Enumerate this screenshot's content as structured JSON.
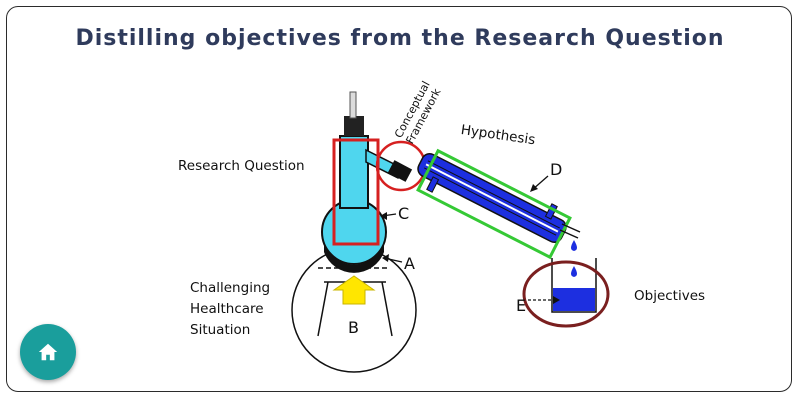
{
  "title": "Distilling objectives from the Research Question",
  "labels": {
    "research_question": "Research Question",
    "situation_line1": "Challenging",
    "situation_line2": "Healthcare",
    "situation_line3": "Situation",
    "conceptual_line1": "Conceptual",
    "conceptual_line2": "Framework",
    "hypothesis": "Hypothesis",
    "objectives": "Objectives"
  },
  "markers": {
    "a": "A",
    "b": "B",
    "c": "C",
    "d": "D",
    "e": "E"
  },
  "colors": {
    "title": "#2f3b5c",
    "highlight_red": "#d62020",
    "highlight_green": "#35c935",
    "oval_maroon": "#7a1f1f",
    "glass_cyan": "#4fd6ee",
    "condenser_blue": "#1d2fe0",
    "flame_yellow": "#ffe600",
    "home_button": "#1a9e9c"
  },
  "home_button": {
    "icon": "home-icon"
  }
}
